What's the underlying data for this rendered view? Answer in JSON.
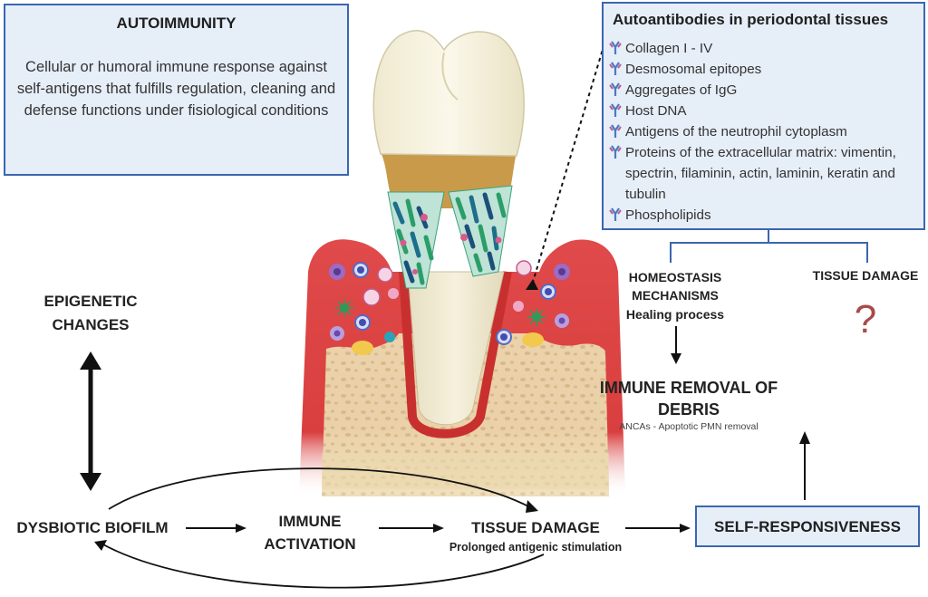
{
  "autoimmunity": {
    "title": "AUTOIMMUNITY",
    "body": "Cellular or humoral immune response against self-antigens that fulfills regulation, cleaning and defense functions under fisiological conditions"
  },
  "autoantibodies": {
    "title": "Autoantibodies in periodontal tissues",
    "items": [
      "Collagen I - IV",
      "Desmosomal epitopes",
      "Aggregates of IgG",
      "Host DNA",
      "Antigens of the neutrophil cytoplasm",
      "Proteins of the extracellular matrix: vimentin, spectrin, filaminin, actin, laminin, keratin and tubulin",
      "Phospholipids"
    ]
  },
  "branches": {
    "homeostasis": "HOMEOSTASIS MECHANISMS",
    "healing": "Healing process",
    "tissue_damage": "TISSUE DAMAGE",
    "question": "?"
  },
  "immune_removal": {
    "title": "IMMUNE REMOVAL OF DEBRIS",
    "subtitle": "ANCAs - Apoptotic PMN removal"
  },
  "epigenetic": "EPIGENETIC CHANGES",
  "flow": {
    "dysbiotic": "DYSBIOTIC BIOFILM",
    "immune_activation": "IMMUNE ACTIVATION",
    "tissue_damage": "TISSUE DAMAGE",
    "tissue_damage_sub": "Prolonged antigenic stimulation",
    "self_responsiveness": "SELF-RESPONSIVENESS"
  },
  "colors": {
    "box_fill": "#e6eef8",
    "box_border": "#3b66b0",
    "gum": "#d93f3f",
    "bone": "#ecd9b0",
    "question": "#a94a4a"
  }
}
